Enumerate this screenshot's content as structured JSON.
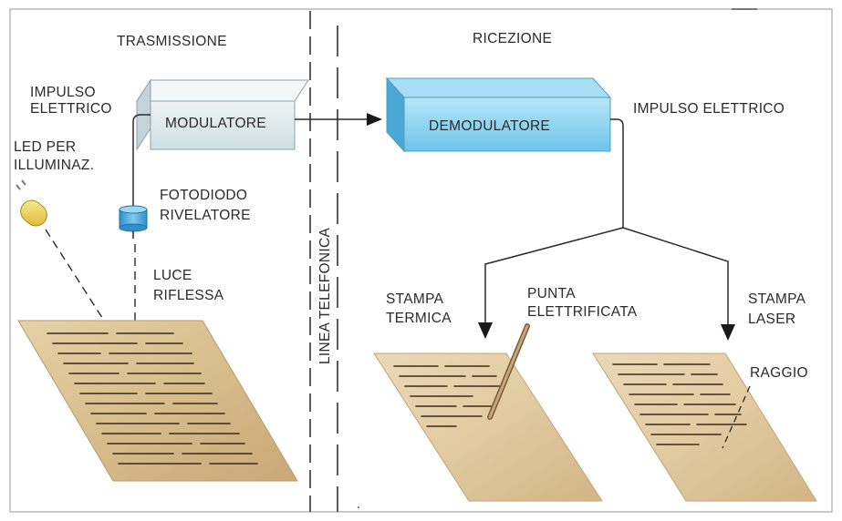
{
  "sections": {
    "transmission": "TRASMISSIONE",
    "reception": "RICEZIONE"
  },
  "transmitter": {
    "impulse_label": [
      "IMPULSO",
      "ELETTRICO"
    ],
    "modulator": "MODULATORE",
    "led_label": [
      "LED PER",
      "ILLUMINAZ."
    ],
    "photodiode_label": [
      "FOTODIODO",
      "RIVELATORE"
    ],
    "reflected_light_label": [
      "LUCE",
      "RIFLESSA"
    ]
  },
  "phone_line": "LINEA TELEFONICA",
  "receiver": {
    "demodulator": "DEMODULATORE",
    "impulse_label": "IMPULSO ELETTRICO",
    "thermal_print_label": [
      "STAMPA",
      "TERMICA"
    ],
    "electrified_tip_label": [
      "PUNTA",
      "ELETTRIFICATA"
    ],
    "laser_print_label": [
      "STAMPA",
      "LASER"
    ],
    "beam_label": "RAGGIO"
  },
  "colors": {
    "modulator_box": "#e6eef0",
    "demodulator_box": "#8fd3ee",
    "paper": "#dcc293",
    "photodiode": "#5ab3e3",
    "led": "#f3dc5a"
  }
}
